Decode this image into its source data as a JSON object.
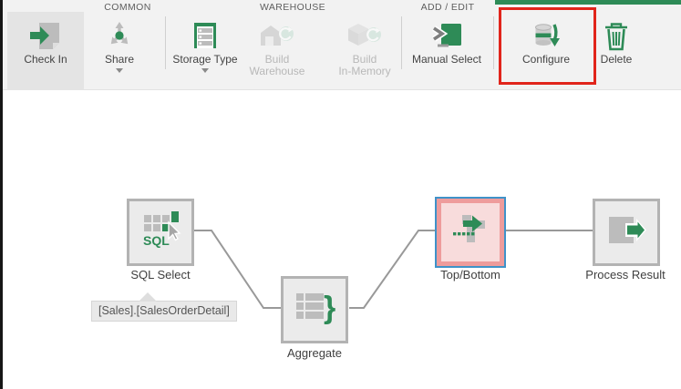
{
  "colors": {
    "accent_green": "#2e8b57",
    "annotation_red": "#e1251b",
    "ribbon_bg": "#f2f2f2",
    "canvas_bg": "#ffffff",
    "selected_button_bg": "#e4e4e4",
    "disabled_text": "#b8b8b8",
    "label_text": "#444444",
    "group_label_text": "#5e5e5e",
    "node_border": "#b3b3b3",
    "node_fill": "#ebebeb",
    "connector": "#999999",
    "selected_node_border": "#3f92c9",
    "selected_node_ring": "#ee9c9c",
    "selected_node_fill": "#f8dcdc",
    "tooltip_bg": "#e9e9e9",
    "tooltip_text": "#555555"
  },
  "ribbon": {
    "groups": [
      {
        "label": "COMMON"
      },
      {
        "label": "WAREHOUSE"
      },
      {
        "label": "ADD / EDIT"
      },
      {
        "label": ""
      }
    ],
    "buttons": {
      "check_in": {
        "label": "Check In",
        "state": "highlighted"
      },
      "share": {
        "label": "Share",
        "has_dropdown": true
      },
      "storage_type": {
        "label": "Storage Type",
        "has_dropdown": true
      },
      "build_warehouse": {
        "label_line1": "Build",
        "label_line2": "Warehouse",
        "disabled": true
      },
      "build_in_memory": {
        "label_line1": "Build",
        "label_line2": "In-Memory",
        "disabled": true
      },
      "manual_select": {
        "label": "Manual Select"
      },
      "configure": {
        "label": "Configure",
        "annotated": true
      },
      "delete": {
        "label": "Delete"
      }
    },
    "icons": {
      "check_in": "document-with-green-arrow",
      "share": "green-dot-with-three-arrows",
      "storage_type": "green-server-list",
      "build_warehouse": "warehouse-with-refresh-badge",
      "build_in_memory": "cube-with-refresh-badge",
      "manual_select": "console-prompt-green-square",
      "configure": "database-stack-with-down-arrow",
      "delete": "green-trash-can"
    }
  },
  "canvas": {
    "nodes": [
      {
        "id": "sql-select",
        "label": "SQL Select",
        "icon": "sql-grid-with-cursor",
        "selected": false
      },
      {
        "id": "aggregate",
        "label": "Aggregate",
        "icon": "table-with-curly-brace",
        "selected": false
      },
      {
        "id": "top-bottom",
        "label": "Top/Bottom",
        "icon": "blocks-with-right-arrow-dotted",
        "selected": true
      },
      {
        "id": "process-result",
        "label": "Process Result",
        "icon": "square-with-exit-arrow",
        "selected": false
      }
    ],
    "tooltip": {
      "text": "[Sales].[SalesOrderDetail]"
    }
  }
}
